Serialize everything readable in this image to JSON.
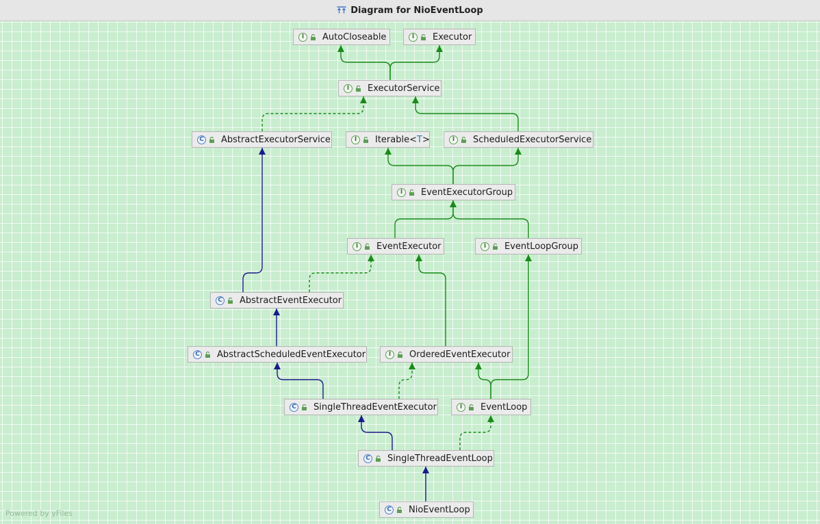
{
  "window": {
    "title": "Diagram for NioEventLoop"
  },
  "watermark": "Powered by yFiles",
  "colors": {
    "background": "#c9edcf",
    "interface_edge": "#1a8a1a",
    "class_edge": "#1a1a8a",
    "node_fill": "#ebebeb"
  },
  "legend_icons": {
    "interface": "I",
    "class": "C"
  },
  "nodes": [
    {
      "id": "AutoCloseable",
      "label": "AutoCloseable",
      "kind": "interface"
    },
    {
      "id": "Executor",
      "label": "Executor",
      "kind": "interface"
    },
    {
      "id": "ExecutorService",
      "label": "ExecutorService",
      "kind": "interface"
    },
    {
      "id": "AbstractExecutorService",
      "label": "AbstractExecutorService",
      "kind": "class"
    },
    {
      "id": "Iterable",
      "label": "Iterable",
      "type_param": "T",
      "kind": "interface"
    },
    {
      "id": "ScheduledExecutorService",
      "label": "ScheduledExecutorService",
      "kind": "interface"
    },
    {
      "id": "EventExecutorGroup",
      "label": "EventExecutorGroup",
      "kind": "interface"
    },
    {
      "id": "EventExecutor",
      "label": "EventExecutor",
      "kind": "interface"
    },
    {
      "id": "EventLoopGroup",
      "label": "EventLoopGroup",
      "kind": "interface"
    },
    {
      "id": "AbstractEventExecutor",
      "label": "AbstractEventExecutor",
      "kind": "class"
    },
    {
      "id": "AbstractScheduledEventExecutor",
      "label": "AbstractScheduledEventExecutor",
      "kind": "class"
    },
    {
      "id": "OrderedEventExecutor",
      "label": "OrderedEventExecutor",
      "kind": "interface"
    },
    {
      "id": "SingleThreadEventExecutor",
      "label": "SingleThreadEventExecutor",
      "kind": "class"
    },
    {
      "id": "EventLoop",
      "label": "EventLoop",
      "kind": "interface"
    },
    {
      "id": "SingleThreadEventLoop",
      "label": "SingleThreadEventLoop",
      "kind": "class"
    },
    {
      "id": "NioEventLoop",
      "label": "NioEventLoop",
      "kind": "class"
    }
  ],
  "edges": [
    {
      "from": "ExecutorService",
      "to": "AutoCloseable",
      "type": "extends-interface"
    },
    {
      "from": "ExecutorService",
      "to": "Executor",
      "type": "extends-interface"
    },
    {
      "from": "AbstractExecutorService",
      "to": "ExecutorService",
      "type": "implements"
    },
    {
      "from": "ScheduledExecutorService",
      "to": "ExecutorService",
      "type": "extends-interface"
    },
    {
      "from": "EventExecutorGroup",
      "to": "Iterable",
      "type": "extends-interface"
    },
    {
      "from": "EventExecutorGroup",
      "to": "ScheduledExecutorService",
      "type": "extends-interface"
    },
    {
      "from": "EventExecutor",
      "to": "EventExecutorGroup",
      "type": "extends-interface"
    },
    {
      "from": "EventLoopGroup",
      "to": "EventExecutorGroup",
      "type": "extends-interface"
    },
    {
      "from": "AbstractEventExecutor",
      "to": "AbstractExecutorService",
      "type": "extends-class"
    },
    {
      "from": "AbstractEventExecutor",
      "to": "EventExecutor",
      "type": "implements"
    },
    {
      "from": "OrderedEventExecutor",
      "to": "EventExecutor",
      "type": "extends-interface"
    },
    {
      "from": "EventLoop",
      "to": "OrderedEventExecutor",
      "type": "extends-interface"
    },
    {
      "from": "EventLoop",
      "to": "EventLoopGroup",
      "type": "extends-interface"
    },
    {
      "from": "AbstractScheduledEventExecutor",
      "to": "AbstractEventExecutor",
      "type": "extends-class"
    },
    {
      "from": "SingleThreadEventExecutor",
      "to": "AbstractScheduledEventExecutor",
      "type": "extends-class"
    },
    {
      "from": "SingleThreadEventExecutor",
      "to": "OrderedEventExecutor",
      "type": "implements"
    },
    {
      "from": "SingleThreadEventLoop",
      "to": "SingleThreadEventExecutor",
      "type": "extends-class"
    },
    {
      "from": "SingleThreadEventLoop",
      "to": "EventLoop",
      "type": "implements"
    },
    {
      "from": "NioEventLoop",
      "to": "SingleThreadEventLoop",
      "type": "extends-class"
    }
  ]
}
